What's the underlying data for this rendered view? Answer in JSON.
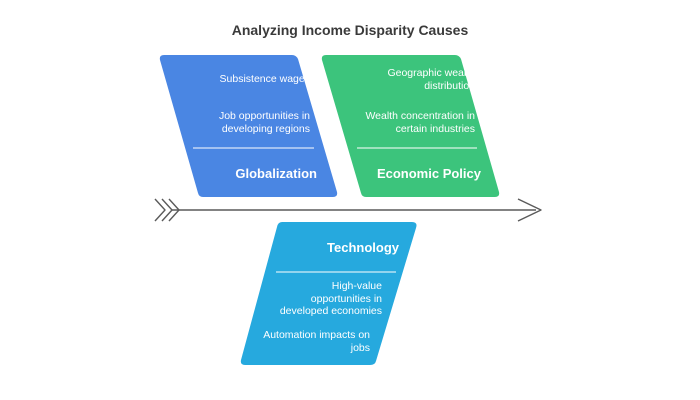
{
  "title": "Analyzing Income Disparity Causes",
  "colors": {
    "globalization": "#4a86e3",
    "economic_policy": "#3cc47c",
    "technology": "#26a9de",
    "spine": "#5a5a5a",
    "text": "#ffffff",
    "title": "#3a3a3a"
  },
  "causes": {
    "globalization": {
      "heading": "Globalization",
      "items": [
        "Subsistence wages",
        "Job opportunities in developing regions"
      ]
    },
    "economic_policy": {
      "heading": "Economic Policy",
      "items": [
        "Geographic wealth distribution",
        "Wealth concentration in certain industries"
      ]
    },
    "technology": {
      "heading": "Technology",
      "items": [
        "High-value opportunities in developed economies",
        "Automation impacts on jobs"
      ]
    }
  }
}
